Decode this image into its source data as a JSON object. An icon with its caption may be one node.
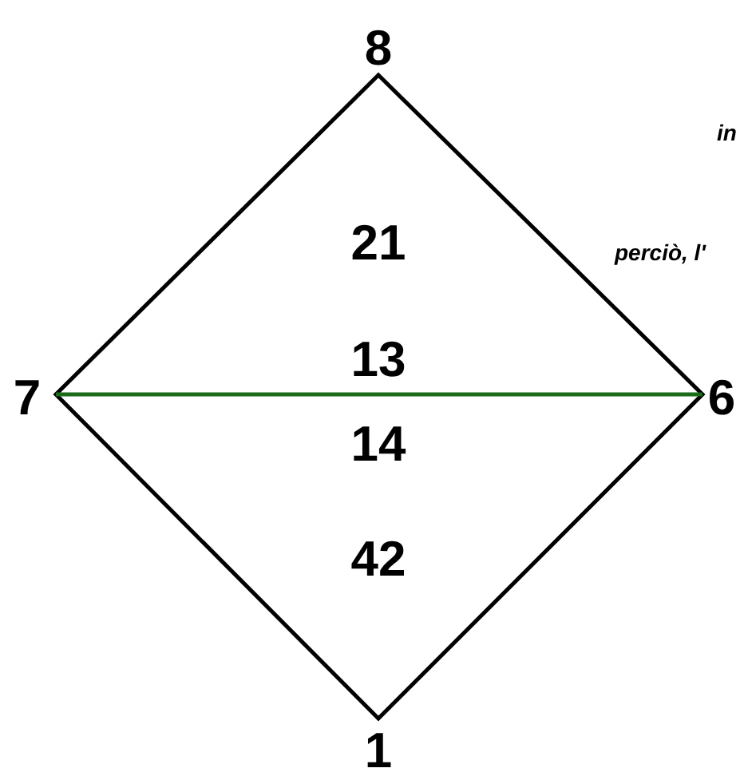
{
  "diagram": {
    "labels": [
      "8",
      "in",
      "21",
      "perciò, l'",
      "7",
      "13",
      "6",
      "14",
      "42",
      "1"
    ]
  }
}
